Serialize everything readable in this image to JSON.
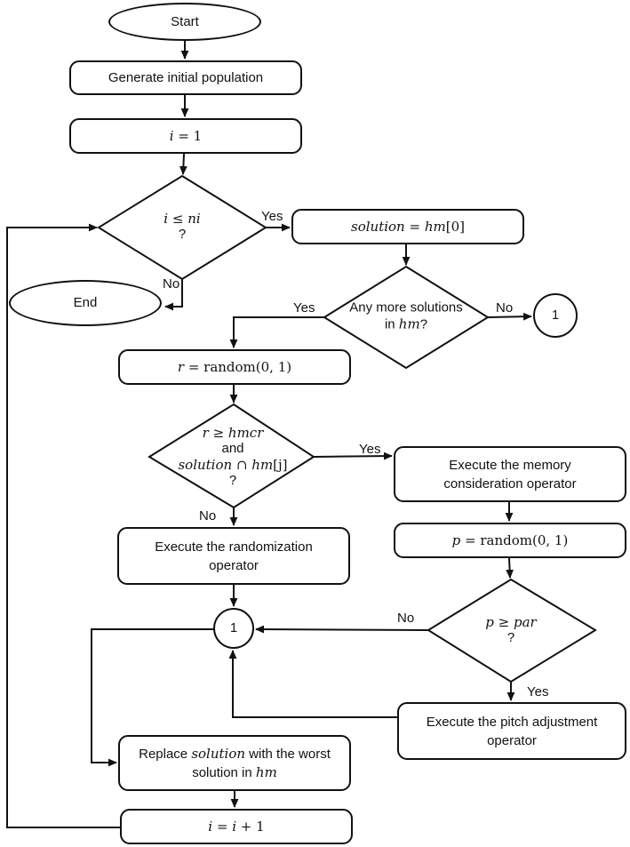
{
  "meta": {
    "background_color": "#ffffff",
    "stroke_color": "#111111",
    "text_color": "#111111"
  },
  "nodes": {
    "start": {
      "label": "Start"
    },
    "generate_population": {
      "label": "Generate initial population"
    },
    "set_i": {
      "v1": "i",
      "rest": " = 1"
    },
    "check_iterations": {
      "v1": "i",
      "op": " ≤ ",
      "v2": "ni",
      "line2": "?"
    },
    "end": {
      "label": "End"
    },
    "select_solution": {
      "v1": "solution",
      "eq": " = ",
      "v2": "hm",
      "suffix": "[0]"
    },
    "more_solutions": {
      "line1": "Any more solutions",
      "l2pre": "in ",
      "l2var": "hm",
      "l2post": "?"
    },
    "r_random": {
      "v1": "r",
      "rest": " = random(0, 1)"
    },
    "memory_check": {
      "l1v1": "r",
      "l1op": " ≥ ",
      "l1v2": "hmcr",
      "l2": "and",
      "l3v1": "solution",
      "l3op": " ∩ ",
      "l3v2": "hm",
      "l3suffix": "[j]",
      "l4": "?"
    },
    "memory_operator": {
      "line1": "Execute the memory",
      "line2": "consideration operator"
    },
    "randomization_operator": {
      "line1": "Execute the randomization",
      "line2": "operator"
    },
    "p_random": {
      "v1": "p",
      "rest": " = random(0, 1)"
    },
    "pitch_check": {
      "v1": "p",
      "op": " ≥ ",
      "v2": "par",
      "line2": "?"
    },
    "pitch_operator": {
      "line1": "Execute the pitch adjustment",
      "line2": "operator"
    },
    "replace_solution": {
      "l1pre": "Replace ",
      "l1var": "solution",
      "l1post": " with the worst",
      "l2pre": "solution in ",
      "l2var": "hm"
    },
    "increment_i": {
      "v1": "i",
      "eq": " = ",
      "v2": "i",
      "rest": " + 1"
    },
    "connector_right": {
      "label": "1"
    },
    "connector_left": {
      "label": "1"
    }
  },
  "edge_labels": {
    "iterations_yes": "Yes",
    "iterations_no": "No",
    "more_solutions_yes": "Yes",
    "more_solutions_no": "No",
    "memory_check_yes": "Yes",
    "memory_check_no": "No",
    "pitch_check_no": "No",
    "pitch_check_yes": "Yes"
  }
}
